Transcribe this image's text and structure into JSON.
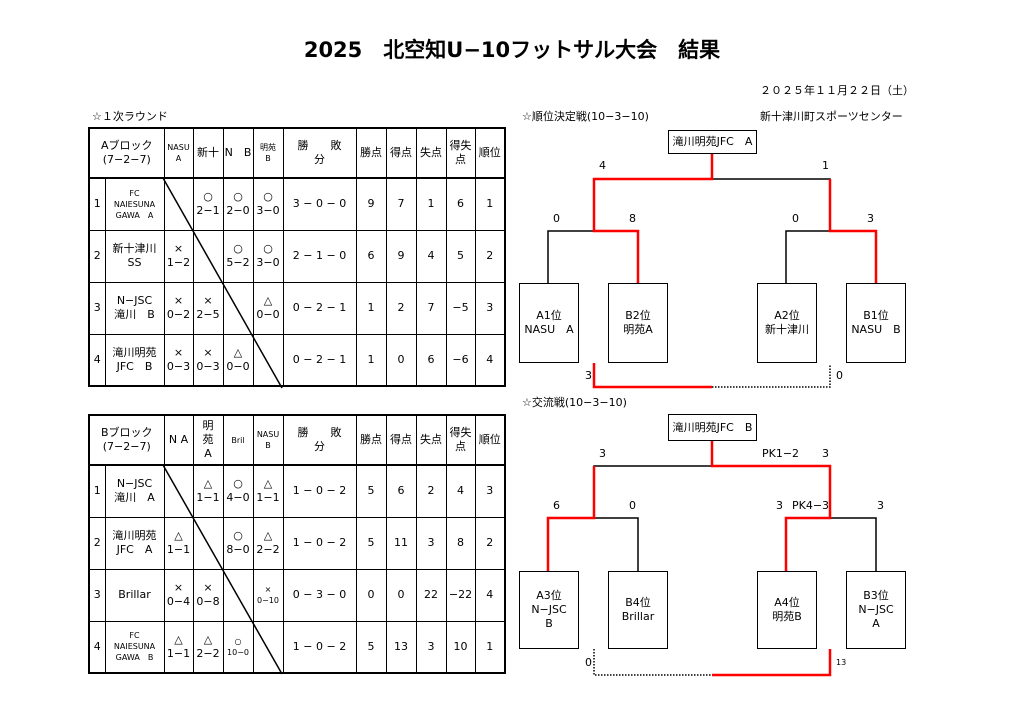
{
  "title": "2025　北空知U−10フットサル大会　結果",
  "date": "２０２５年１１月２２日（土）",
  "venue": "新十津川町スポーツセンター",
  "round1_label": "☆１次ラウンド",
  "blockA": {
    "header": [
      "Aブロック\n(7−2−7)",
      "NASU\nA",
      "新十",
      "N　B",
      "明苑\nB",
      "勝　　敗　　分",
      "勝点",
      "得点",
      "失点",
      "得失点",
      "順位"
    ],
    "rows": [
      [
        "1",
        "FC\nNAIESUNA\nGAWA　A",
        "",
        "○\n2−1",
        "○\n2−0",
        "○\n3−0",
        "3 − 0 − 0",
        "9",
        "7",
        "1",
        "6",
        "1"
      ],
      [
        "2",
        "新十津川\nSS",
        "×\n1−2",
        "",
        "○\n5−2",
        "○\n3−0",
        "2 − 1 − 0",
        "6",
        "9",
        "4",
        "5",
        "2"
      ],
      [
        "3",
        "N−JSC\n滝川　B",
        "×\n0−2",
        "×\n2−5",
        "",
        "△\n0−0",
        "0 − 2 − 1",
        "1",
        "2",
        "7",
        "−5",
        "3"
      ],
      [
        "4",
        "滝川明苑\nJFC　B",
        "×\n0−3",
        "×\n0−3",
        "△\n0−0",
        "",
        "0 − 2 − 1",
        "1",
        "0",
        "6",
        "−6",
        "4"
      ]
    ]
  },
  "blockB": {
    "header": [
      "Bブロック\n(7−2−7)",
      "N A",
      "明\n苑\nA",
      "Bril",
      "NASU\nB",
      "勝　　敗　　分",
      "勝点",
      "得点",
      "失点",
      "得失点",
      "順位"
    ],
    "rows": [
      [
        "1",
        "N−JSC\n滝川　A",
        "",
        "△\n1−1",
        "○\n4−0",
        "△\n1−1",
        "1 − 0 − 2",
        "5",
        "6",
        "2",
        "4",
        "3"
      ],
      [
        "2",
        "滝川明苑\nJFC　A",
        "△\n1−1",
        "",
        "○\n8−0",
        "△\n2−2",
        "1 − 0 − 2",
        "5",
        "11",
        "3",
        "8",
        "2"
      ],
      [
        "3",
        "Brillar",
        "×\n0−4",
        "×\n0−8",
        "",
        "×\n0−10",
        "0 − 3 − 0",
        "0",
        "0",
        "22",
        "−22",
        "4"
      ],
      [
        "4",
        "FC\nNAIESUNA\nGAWA　B",
        "△\n1−1",
        "△\n2−2",
        "○\n10−0",
        "",
        "1 − 0 − 2",
        "5",
        "13",
        "3",
        "10",
        "1"
      ]
    ]
  },
  "ranking": {
    "label": "☆順位決定戦(10−3−10)",
    "winner": "滝川明苑JFC　A",
    "teams": [
      "A1位\nNASU　A",
      "B2位\n明苑A",
      "A2位\n新十津川",
      "B1位\nNASU　B"
    ],
    "scores": {
      "final_left": "4",
      "final_right": "1",
      "sf1_left": "0",
      "sf1_right": "8",
      "sf2_left": "0",
      "sf2_right": "3",
      "third_left": "3",
      "third_right": "0"
    }
  },
  "exchange": {
    "label": "☆交流戦(10−3−10)",
    "winner": "滝川明苑JFC　B",
    "teams": [
      "A3位\nN−JSC\nB",
      "B4位\nBrillar",
      "A4位\n明苑B",
      "B3位\nN−JSC\nA"
    ],
    "scores": {
      "final_left": "3",
      "final_pk": "PK1−2",
      "final_right": "3",
      "sf1_left": "6",
      "sf1_right": "0",
      "sf2_left": "3",
      "sf2_pk": "PK4−3",
      "sf2_right": "3",
      "third_left": "0",
      "third_right": "13"
    }
  },
  "colors": {
    "winner_line": "#ff0000",
    "line": "#000000"
  }
}
